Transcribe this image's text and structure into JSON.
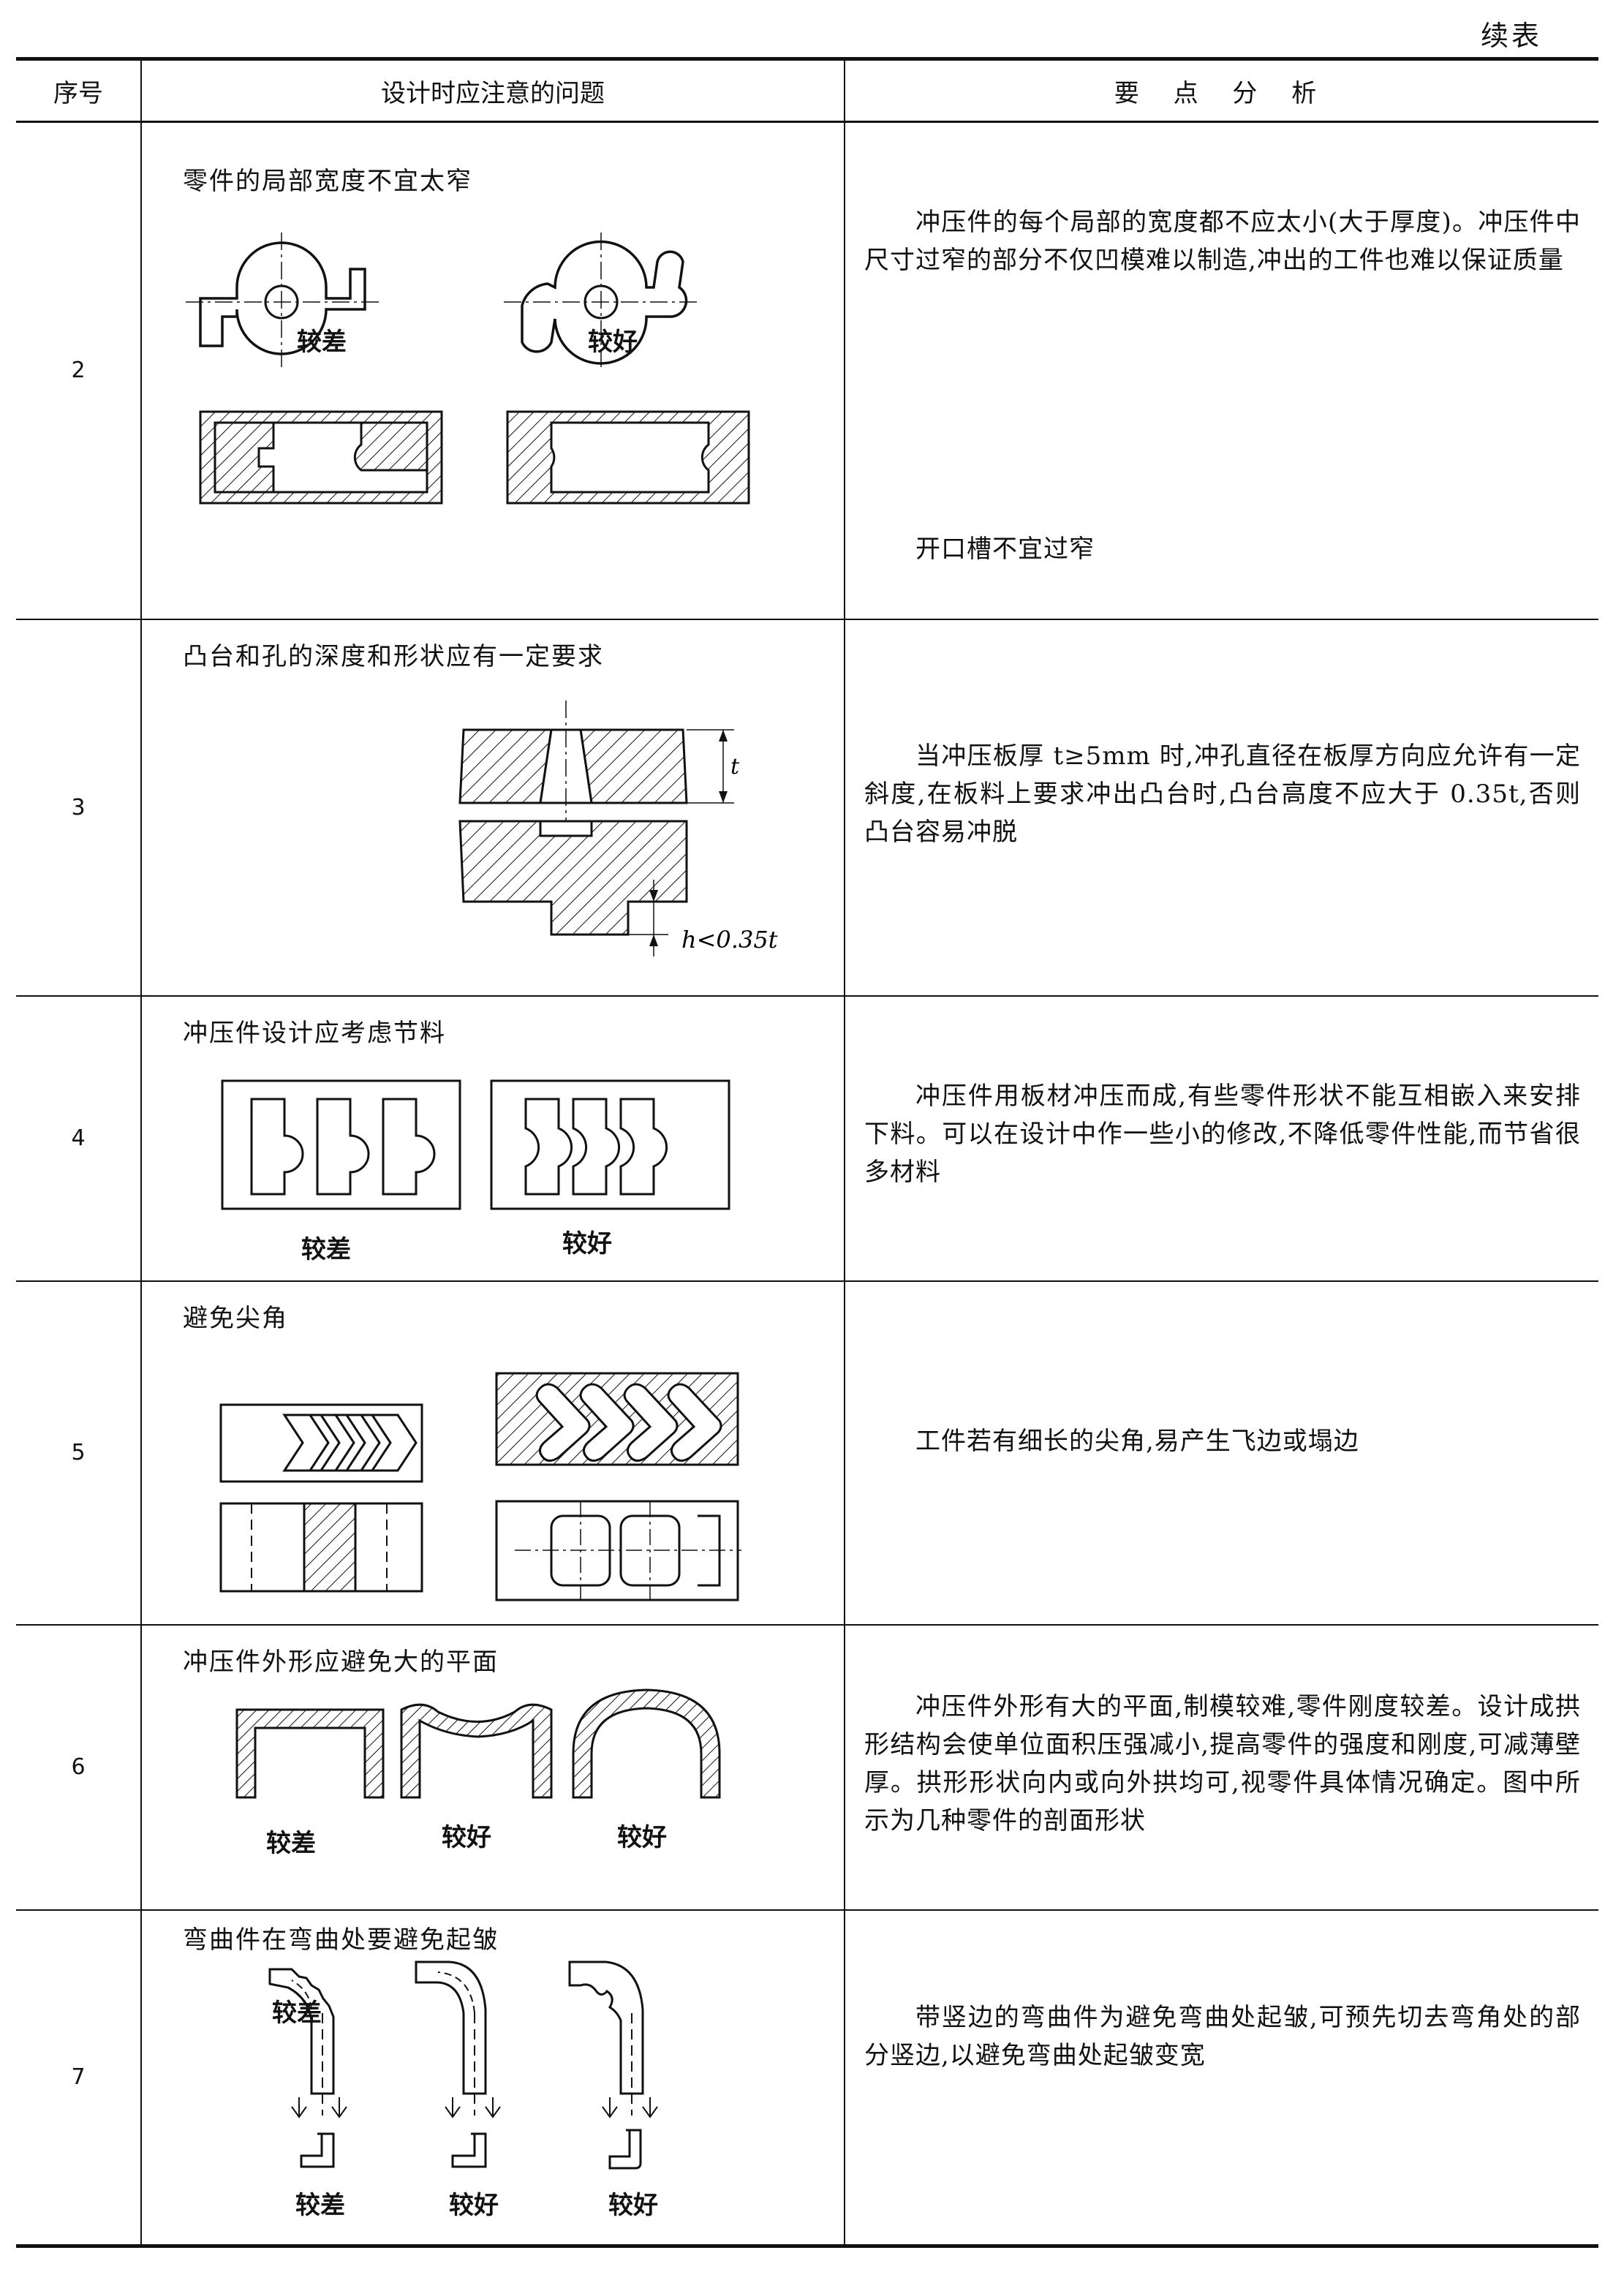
{
  "header": {
    "continued": "续表"
  },
  "columns": {
    "no": "序号",
    "issue": "设计时应注意的问题",
    "analysis": "要 点 分 析"
  },
  "rows": [
    {
      "no": "2",
      "title": "零件的局部宽度不宜太窄",
      "labels": [
        "较差",
        "较好"
      ],
      "analysis": "冲压件的每个局部的宽度都不应太小(大于厚度)。冲压件中尺寸过窄的部分不仅凹模难以制造,冲出的工件也难以保证质量",
      "note": "开口槽不宜过窄"
    },
    {
      "no": "3",
      "title": "凸台和孔的深度和形状应有一定要求",
      "dim_t": "t",
      "dim_h": "h<0.35t",
      "analysis": "当冲压板厚 t≥5mm 时,冲孔直径在板厚方向应允许有一定斜度,在板料上要求冲出凸台时,凸台高度不应大于 0.35t,否则凸台容易冲脱"
    },
    {
      "no": "4",
      "title": "冲压件设计应考虑节料",
      "labels": [
        "较差",
        "较好"
      ],
      "analysis": "冲压件用板材冲压而成,有些零件形状不能互相嵌入来安排下料。可以在设计中作一些小的修改,不降低零件性能,而节省很多材料"
    },
    {
      "no": "5",
      "title": "避免尖角",
      "analysis": "工件若有细长的尖角,易产生飞边或塌边"
    },
    {
      "no": "6",
      "title": "冲压件外形应避免大的平面",
      "labels": [
        "较差",
        "较好",
        "较好"
      ],
      "analysis": "冲压件外形有大的平面,制模较难,零件刚度较差。设计成拱形结构会使单位面积压强减小,提高零件的强度和刚度,可减薄壁厚。拱形形状向内或向外拱均可,视零件具体情况确定。图中所示为几种零件的剖面形状"
    },
    {
      "no": "7",
      "title": "弯曲件在弯曲处要避免起皱",
      "labels": [
        "较差",
        "较差",
        "较好",
        "较好"
      ],
      "analysis": "带竖边的弯曲件为避免弯曲处起皱,可预先切去弯角处的部分竖边,以避免弯曲处起皱变宽"
    }
  ]
}
